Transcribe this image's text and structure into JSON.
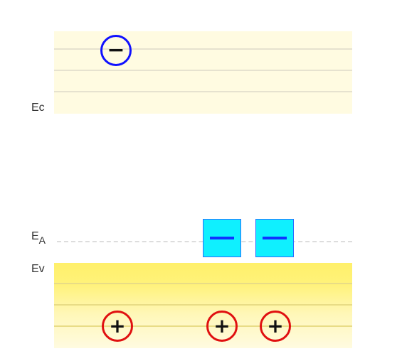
{
  "labels": {
    "ec": "Ec",
    "ea_main": "E",
    "ea_sub": "A",
    "ev": "Ev"
  },
  "electrons": [
    {
      "symbol": "−"
    }
  ],
  "acceptor_ions": [
    {
      "charge": "negative"
    },
    {
      "charge": "negative"
    }
  ],
  "holes": [
    {
      "symbol": "+"
    },
    {
      "symbol": "+"
    },
    {
      "symbol": "+"
    }
  ],
  "colors": {
    "electron_border": "#1010ff",
    "hole_border": "#e01010",
    "acceptor_fill": "#0ff0ff",
    "acceptor_bar": "#1033ff",
    "valence_band": "#fff06a",
    "conduction_band": "#fffbe1"
  }
}
